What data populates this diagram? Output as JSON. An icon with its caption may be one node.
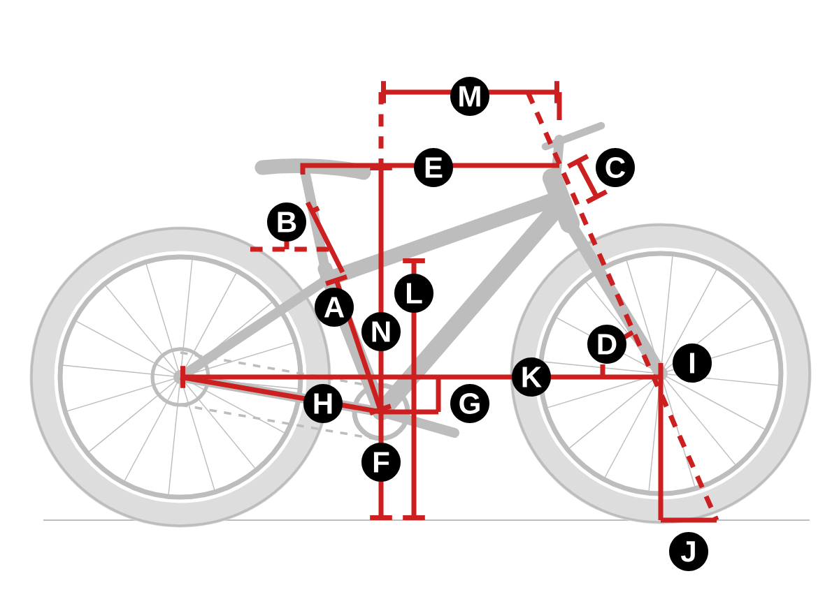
{
  "diagram": {
    "labels": [
      "M",
      "E",
      "C",
      "B",
      "L",
      "A",
      "N",
      "D",
      "I",
      "K",
      "H",
      "G",
      "F",
      "J"
    ]
  }
}
